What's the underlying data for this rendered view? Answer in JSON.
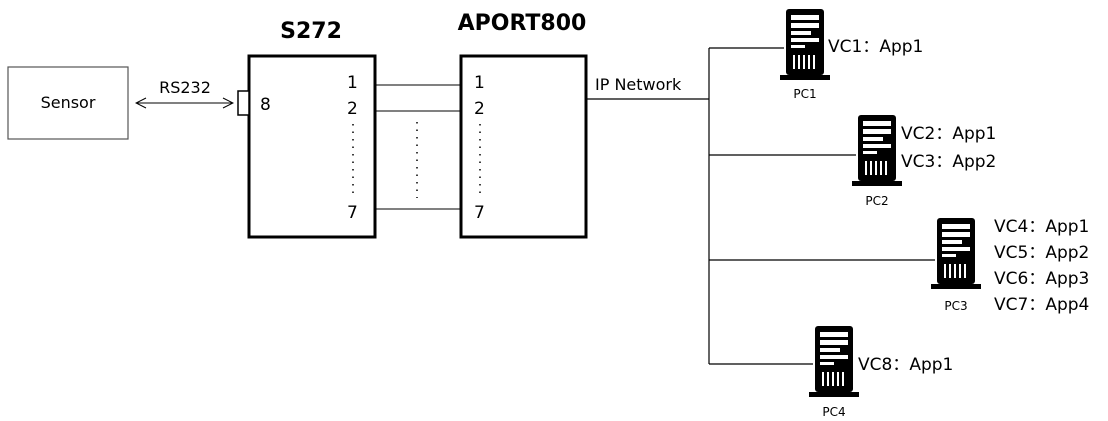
{
  "devices": {
    "sensor": {
      "label": "Sensor"
    },
    "s272": {
      "title": "S272",
      "ports": [
        "1",
        "2",
        "7"
      ],
      "serial_port": "8"
    },
    "aport800": {
      "title": "APORT800",
      "ports": [
        "1",
        "2",
        "7"
      ]
    }
  },
  "links": {
    "serial": "RS232",
    "network": "IP Network"
  },
  "pcs": [
    {
      "name": "PC1",
      "sessions": [
        "VC1：App1"
      ]
    },
    {
      "name": "PC2",
      "sessions": [
        "VC2：App1",
        "VC3：App2"
      ]
    },
    {
      "name": "PC3",
      "sessions": [
        "VC4：App1",
        "VC5：App2",
        "VC6：App3",
        "VC7：App4"
      ]
    },
    {
      "name": "PC4",
      "sessions": [
        "VC8：App1"
      ]
    }
  ],
  "colors": {
    "line": "#000000",
    "box": "#000000",
    "sensor_border": "#555555",
    "background": "#ffffff"
  },
  "icons": {
    "pc": "computer-tower-icon",
    "connector": "serial-connector-icon"
  }
}
